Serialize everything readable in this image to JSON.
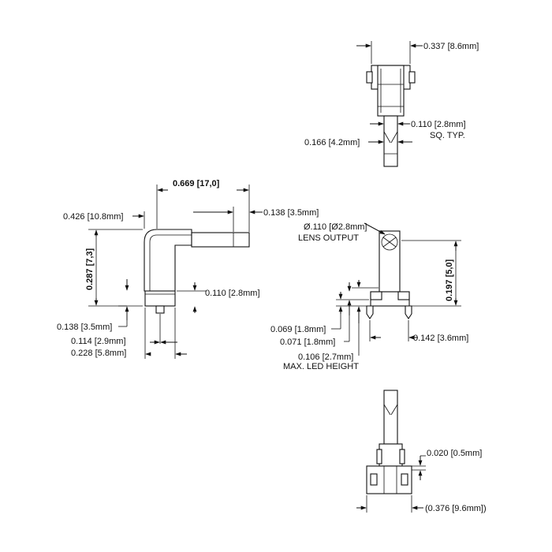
{
  "colors": {
    "line": "#111111",
    "background": "#ffffff"
  },
  "top_view": {
    "width": "0.337 [8.6mm]",
    "lead": "0.110 [2.8mm]",
    "lead_note": "SQ. TYP.",
    "lead_offset": "0.166 [4.2mm]"
  },
  "side_view": {
    "length": "0.669 [17,0]",
    "tip": "0.138 [3.5mm]",
    "reach": "0.426 [10.8mm]",
    "height": "0.287 [7,3]",
    "base_height": "0.110 [2.8mm]",
    "pin_height": "0.138 [3.5mm]",
    "pin_offset": "0.114 [2.9mm]",
    "pin_span": "0.228 [5.8mm]"
  },
  "front_view": {
    "lens": "Ø.110 [Ø2.8mm]",
    "lens_note": "LENS OUTPUT",
    "height": "0.197 [5,0]",
    "dim_a": "0.069 [1.8mm]",
    "dim_b": "0.071 [1.8mm]",
    "dim_c": "0.106 [2.7mm]",
    "dim_c_note": "MAX. LED HEIGHT",
    "pin_pitch": "0.142 [3.6mm]"
  },
  "bottom_view": {
    "gap": "0.020 [0.5mm]",
    "width": "(0.376 [9.6mm])"
  }
}
